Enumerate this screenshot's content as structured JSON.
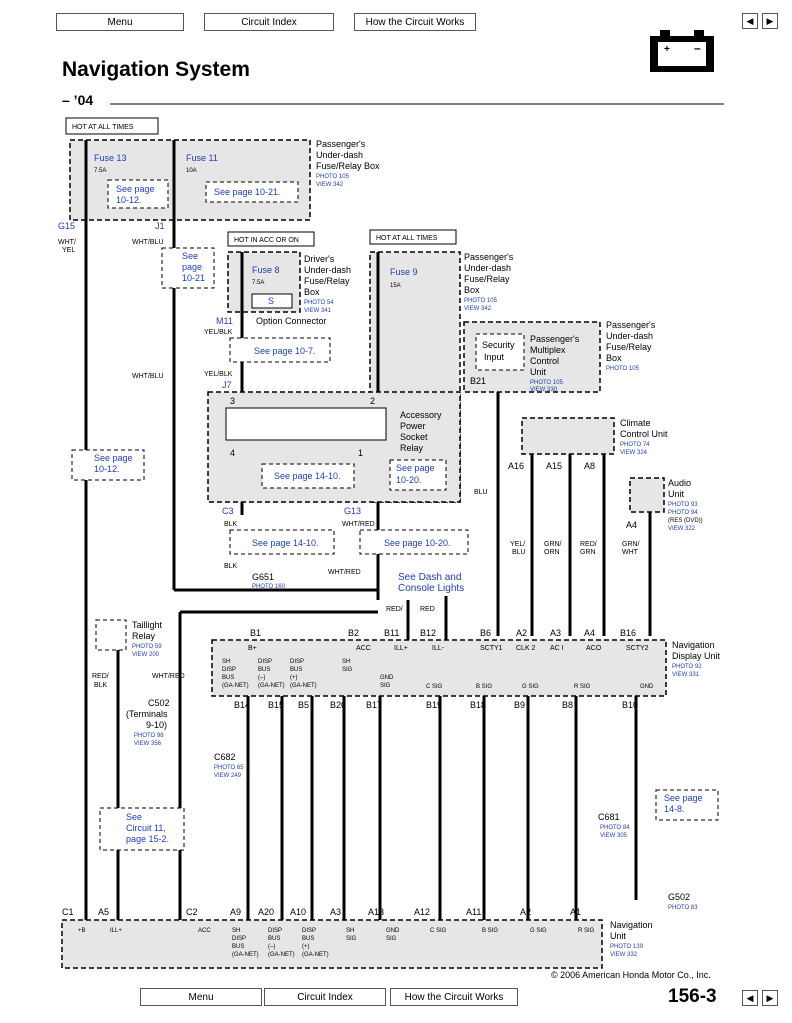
{
  "nav": {
    "menu": "Menu",
    "circuit_index": "Circuit Index",
    "how_works": "How the Circuit Works"
  },
  "page": {
    "title": "Navigation System",
    "year": "– ’04",
    "page_number": "156-3",
    "copyright": "© 2006 American Honda Motor Co., Inc."
  },
  "hot": {
    "all_times": "HOT AT ALL TIMES",
    "acc_on": "HOT IN ACC OR ON",
    "all_times2": "HOT AT ALL TIMES"
  },
  "fuses": {
    "f13": "Fuse 13",
    "f13a": "7.5A",
    "f11": "Fuse 11",
    "f11a": "10A",
    "f8": "Fuse 8",
    "f8a": "7.5A",
    "f9": "Fuse 9",
    "f9a": "15A"
  },
  "refs": {
    "p1012a": "See page",
    "p1012b": "10-12.",
    "p1021": "See page 10-21.",
    "p1021a": "See",
    "p1021b": "page",
    "p1021c": "10-21",
    "p107": "See page 10-7.",
    "p1410": "See page 14-10.",
    "p1020a": "See page",
    "p1020b": "10-20.",
    "p1410b": "See page 14-10.",
    "p1020c": "See page 10-20.",
    "p1012c": "See page",
    "p1012d": "10-12.",
    "p148a": "See page",
    "p148b": "14-8.",
    "circ1": "See",
    "circ2": "Circuit 11,",
    "circ3": "page 15-2.",
    "dash1": "See Dash and",
    "dash2": "Console Lights"
  },
  "boxes": {
    "pudf1": "Passenger's",
    "pudf2": "Under-dash",
    "pudf3": "Fuse/Relay Box",
    "pudf_photo": "PHOTO 105",
    "pudf_view": "VIEW 342",
    "dudf1": "Driver's",
    "dudf2": "Under-dash",
    "dudf3": "Fuse/Relay",
    "dudf4": "Box",
    "dudf_photo": "PHOTO 54",
    "dudf_view": "VIEW 341",
    "opt": "Option Connector",
    "s": "S",
    "p2a": "Passenger's",
    "p2b": "Under-dash",
    "p2c": "Fuse/Relay",
    "p2d": "Box",
    "p2_photo": "PHOTO 105",
    "p2_view": "VIEW 342",
    "sec1": "Security",
    "sec2": "Input",
    "pmcu1": "Passenger's",
    "pmcu2": "Multiplex",
    "pmcu3": "Control",
    "pmcu4": "Unit",
    "pmcu_photo": "PHOTO 105",
    "pmcu_view": "VIEW 330",
    "p3a": "Passenger's",
    "p3b": "Under-dash",
    "p3c": "Fuse/Relay",
    "p3d": "Box",
    "p3_photo": "PHOTO 105",
    "apr1": "Accessory",
    "apr2": "Power",
    "apr3": "Socket",
    "apr4": "Relay",
    "ccu1": "Climate",
    "ccu2": "Control Unit",
    "ccu_photo": "PHOTO 74",
    "ccu_view": "VIEW 324",
    "au1": "Audio",
    "au2": "Unit",
    "au_p1": "PHOTO 93",
    "au_p2": "PHOTO 94",
    "au_p3": "(RES (DVD))",
    "au_view": "VIEW 322",
    "tl1": "Taillight",
    "tl2": "Relay",
    "tl_photo": "PHOTO 59",
    "tl_view": "VIEW 200",
    "ndu1": "Navigation",
    "ndu2": "Display Unit",
    "ndu_photo": "PHOTO 92",
    "ndu_view": "VIEW 331",
    "nu1": "Navigation",
    "nu2": "Unit",
    "nu_photo": "PHOTO 139",
    "nu_view": "VIEW 332",
    "g651": "G651",
    "g651_photo": "PHOTO 160",
    "g502": "G502",
    "g502_photo": "PHOTO 83",
    "c502a": "C502",
    "c502b": "(Terminals",
    "c502c": "9-10)",
    "c502_photo": "PHOTO 98",
    "c502_view": "VIEW 356",
    "c682": "C682",
    "c682_photo": "PHOTO 65",
    "c682_view": "VIEW 249",
    "c681": "C681",
    "c681_photo": "PHOTO 84",
    "c681_view": "VIEW 305"
  },
  "connectors": {
    "g15": "G15",
    "j1": "J1",
    "m11": "M11",
    "j7": "J7",
    "c3": "C3",
    "g13": "G13",
    "b21": "B21",
    "a16": "A16",
    "a15": "A15",
    "a8": "A8",
    "a4": "A4",
    "b1": "B1",
    "b2": "B2",
    "b11": "B11",
    "b12": "B12",
    "b6": "B6",
    "a2": "A2",
    "a3": "A3",
    "a4b": "A4",
    "b16": "B16",
    "b14": "B14",
    "b15": "B15",
    "b5": "B5",
    "b20": "B20",
    "b17": "B17",
    "b19": "B19",
    "b18": "B18",
    "b9": "B9",
    "b8": "B8",
    "b10": "B10",
    "c1": "C1",
    "a5": "A5",
    "c2": "C2",
    "a9": "A9",
    "a20": "A20",
    "a10": "A10",
    "a3b": "A3",
    "a13": "A13",
    "a12": "A12",
    "a11": "A11",
    "a2b": "A2",
    "a1": "A1"
  },
  "wires": {
    "whtyel": "WHT/",
    "whtyel2": "YEL",
    "whtblu": "WHT/BLU",
    "yelblk": "YEL/BLK",
    "yelblk2": "YEL/BLK",
    "whtblu2": "WHT/BLU",
    "blk": "BLK",
    "blk2": "BLK",
    "whtred": "WHT/RED",
    "whtred2": "WHT/RED",
    "blu": "BLU",
    "redblk": "RED/",
    "redblk2": "BLK",
    "red": "RED",
    "whtred3": "WHT/RED",
    "yel": "YEL/",
    "yel2": "BLU",
    "grn": "GRN/",
    "grn2": "ORN",
    "redgrn": "RED/",
    "redgrn2": "GRN",
    "grnwht": "GRN/",
    "grnwht2": "WHT"
  },
  "ndu_pins": [
    "B+",
    "ACC",
    "ILL+",
    "ILL-",
    "SCTY1",
    "CLK 2",
    "AC I",
    "ACO",
    "SCTY2"
  ],
  "ndu_sigs": [
    "SH",
    "DISP",
    "BUS",
    "(GA-NET)",
    "DISP",
    "BUS",
    "(–)",
    "(GA-NET)",
    "DISP",
    "BUS",
    "(+)",
    "(GA-NET)",
    "SH",
    "SIG",
    "GND",
    "SIG",
    "C SIG",
    "B SIG",
    "G SIG",
    "R SIG",
    "GND"
  ],
  "nu_pins": [
    "+B",
    "ILL+",
    "ACC",
    "SH",
    "DISP",
    "BUS",
    "(GA-NET)",
    "DISP",
    "BUS",
    "(–)",
    "(GA-NET)",
    "DISP",
    "BUS",
    "(+)",
    "(GA-NET)",
    "SH",
    "SIG",
    "GND",
    "SIG",
    "C SIG",
    "B SIG",
    "G SIG",
    "R SIG"
  ]
}
